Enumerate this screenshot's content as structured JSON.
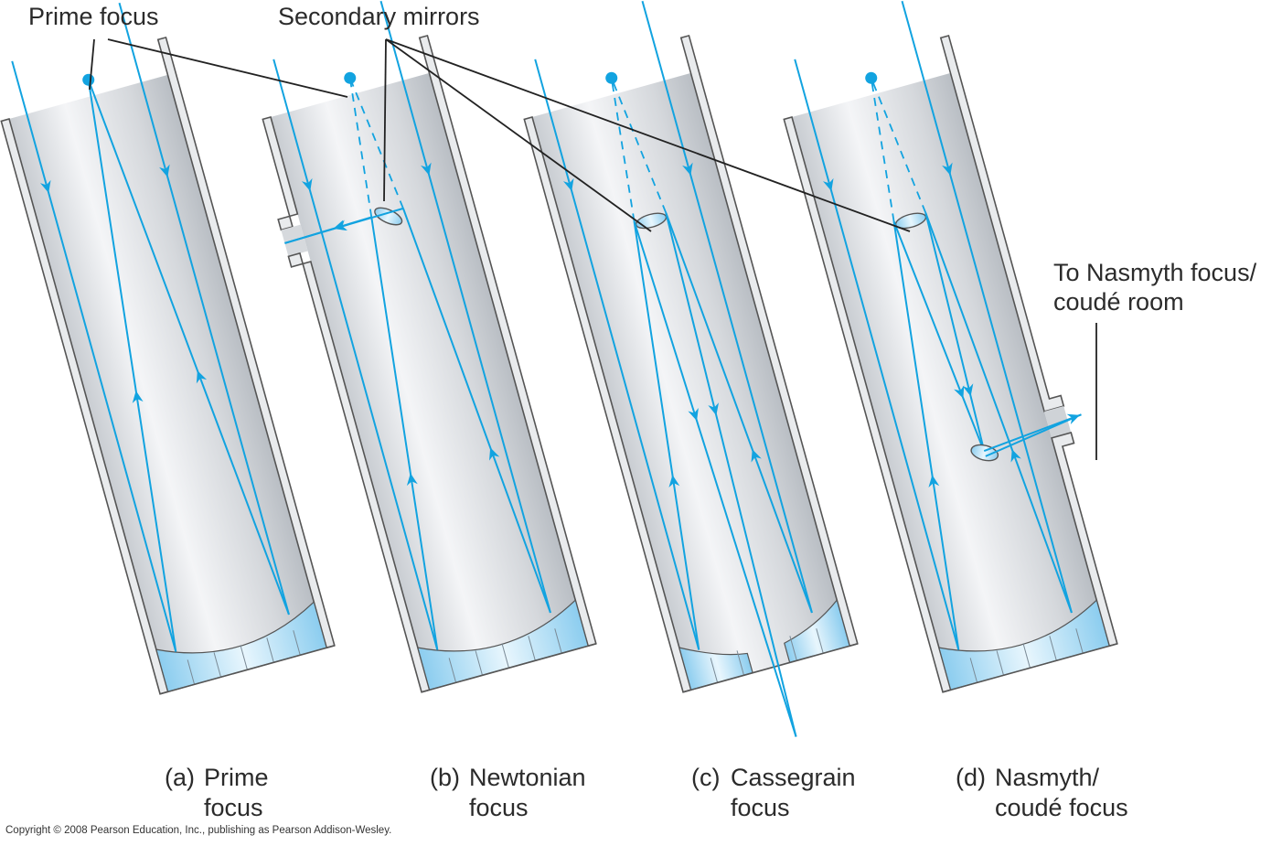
{
  "labels": {
    "prime_focus": "Prime focus",
    "secondary_mirrors": "Secondary mirrors",
    "nasmyth_exit_line1": "To Nasmyth focus/",
    "nasmyth_exit_line2": "coudé room"
  },
  "panels": [
    {
      "id": "a",
      "letter": "(a)",
      "title_line1": "Prime",
      "title_line2": "focus",
      "type": "prime"
    },
    {
      "id": "b",
      "letter": "(b)",
      "title_line1": "Newtonian",
      "title_line2": "focus",
      "type": "newtonian"
    },
    {
      "id": "c",
      "letter": "(c)",
      "title_line1": "Cassegrain",
      "title_line2": "focus",
      "type": "cassegrain"
    },
    {
      "id": "d",
      "letter": "(d)",
      "title_line1": "Nasmyth/",
      "title_line2": "coudé focus",
      "type": "nasmyth"
    }
  ],
  "copyright": "Copyright © 2008 Pearson Education, Inc., publishing as Pearson Addison-Wesley.",
  "colors": {
    "light_ray": "#12a3e0",
    "leader_line": "#222222",
    "tube_wall": "#e9ebed",
    "tube_outline": "#555555",
    "mirror_glass": "#9fd6f2",
    "text": "#2b2b2b"
  }
}
